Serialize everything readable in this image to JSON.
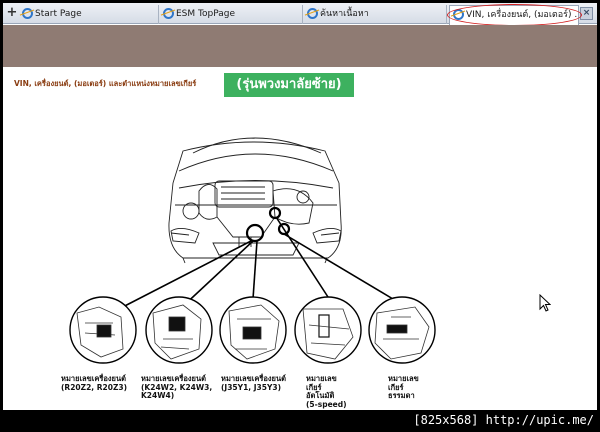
{
  "tabs": [
    {
      "label": "Start Page"
    },
    {
      "label": "ESM TopPage"
    },
    {
      "label": "ค้นหาเนื้อหา"
    },
    {
      "label": "VIN, เครื่องยนต์, (มอเตอร์) ..."
    }
  ],
  "new_tab_symbol": "+",
  "close_symbol": "×",
  "page": {
    "title": "VIN, เครื่องยนต์, (มอเตอร์) และตำแหน่งหมายเลขเกียร์",
    "badge": "(รุ่นพวงมาลัยซ้าย)",
    "badge_color": "#3db15f",
    "header_color": "#8f7b73",
    "title_color": "#8a3d12"
  },
  "captions": [
    {
      "text": "หมายเลขเครื่องยนต์\n(R20Z2, R20Z3)"
    },
    {
      "text": "หมายเลขเครื่องยนต์\n(K24W2, K24W3,\nK24W4)"
    },
    {
      "text": "หมายเลขเครื่องยนต์\n(J35Y1, J35Y3)"
    },
    {
      "text": "หมายเลข\nเกียร์\nอัตโนมัติ\n(5-speed)"
    },
    {
      "text": "หมายเลข\nเกียร์\nธรรมดา"
    }
  ],
  "watermark": "[825x568] http://upic.me/"
}
